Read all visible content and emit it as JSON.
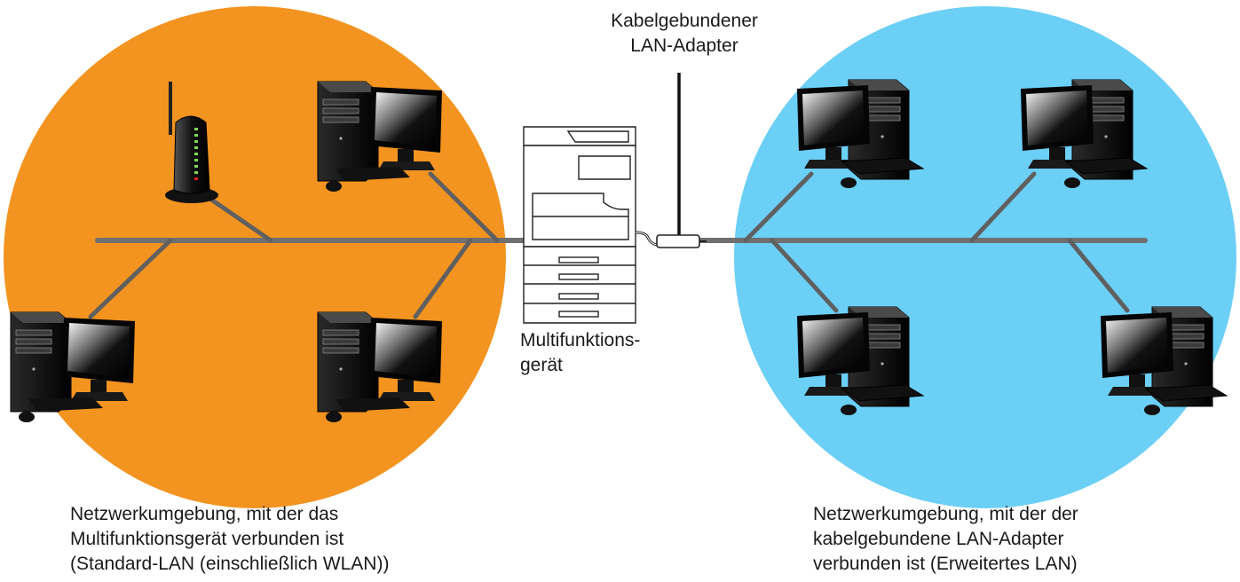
{
  "labels": {
    "adapter": [
      "Kabelgebundener",
      "LAN-Adapter"
    ],
    "mfp": [
      "Multifunktions-",
      "gerät"
    ],
    "left_network": [
      "Netzwerkumgebung, mit der das",
      "Multifunktionsgerät verbunden ist",
      "(Standard-LAN (einschließlich WLAN))"
    ],
    "right_network": [
      "Netzwerkumgebung, mit der der",
      "kabelgebundene LAN-Adapter",
      "verbunden ist (Erweitertes LAN)"
    ]
  },
  "colors": {
    "left_zone": "#f39420",
    "right_zone": "#6bcff6",
    "cable": "#606060",
    "text": "#1a1a1a"
  },
  "icons": [
    "desktop-computer-icon",
    "wireless-router-icon",
    "multifunction-printer-icon",
    "lan-adapter-icon"
  ]
}
